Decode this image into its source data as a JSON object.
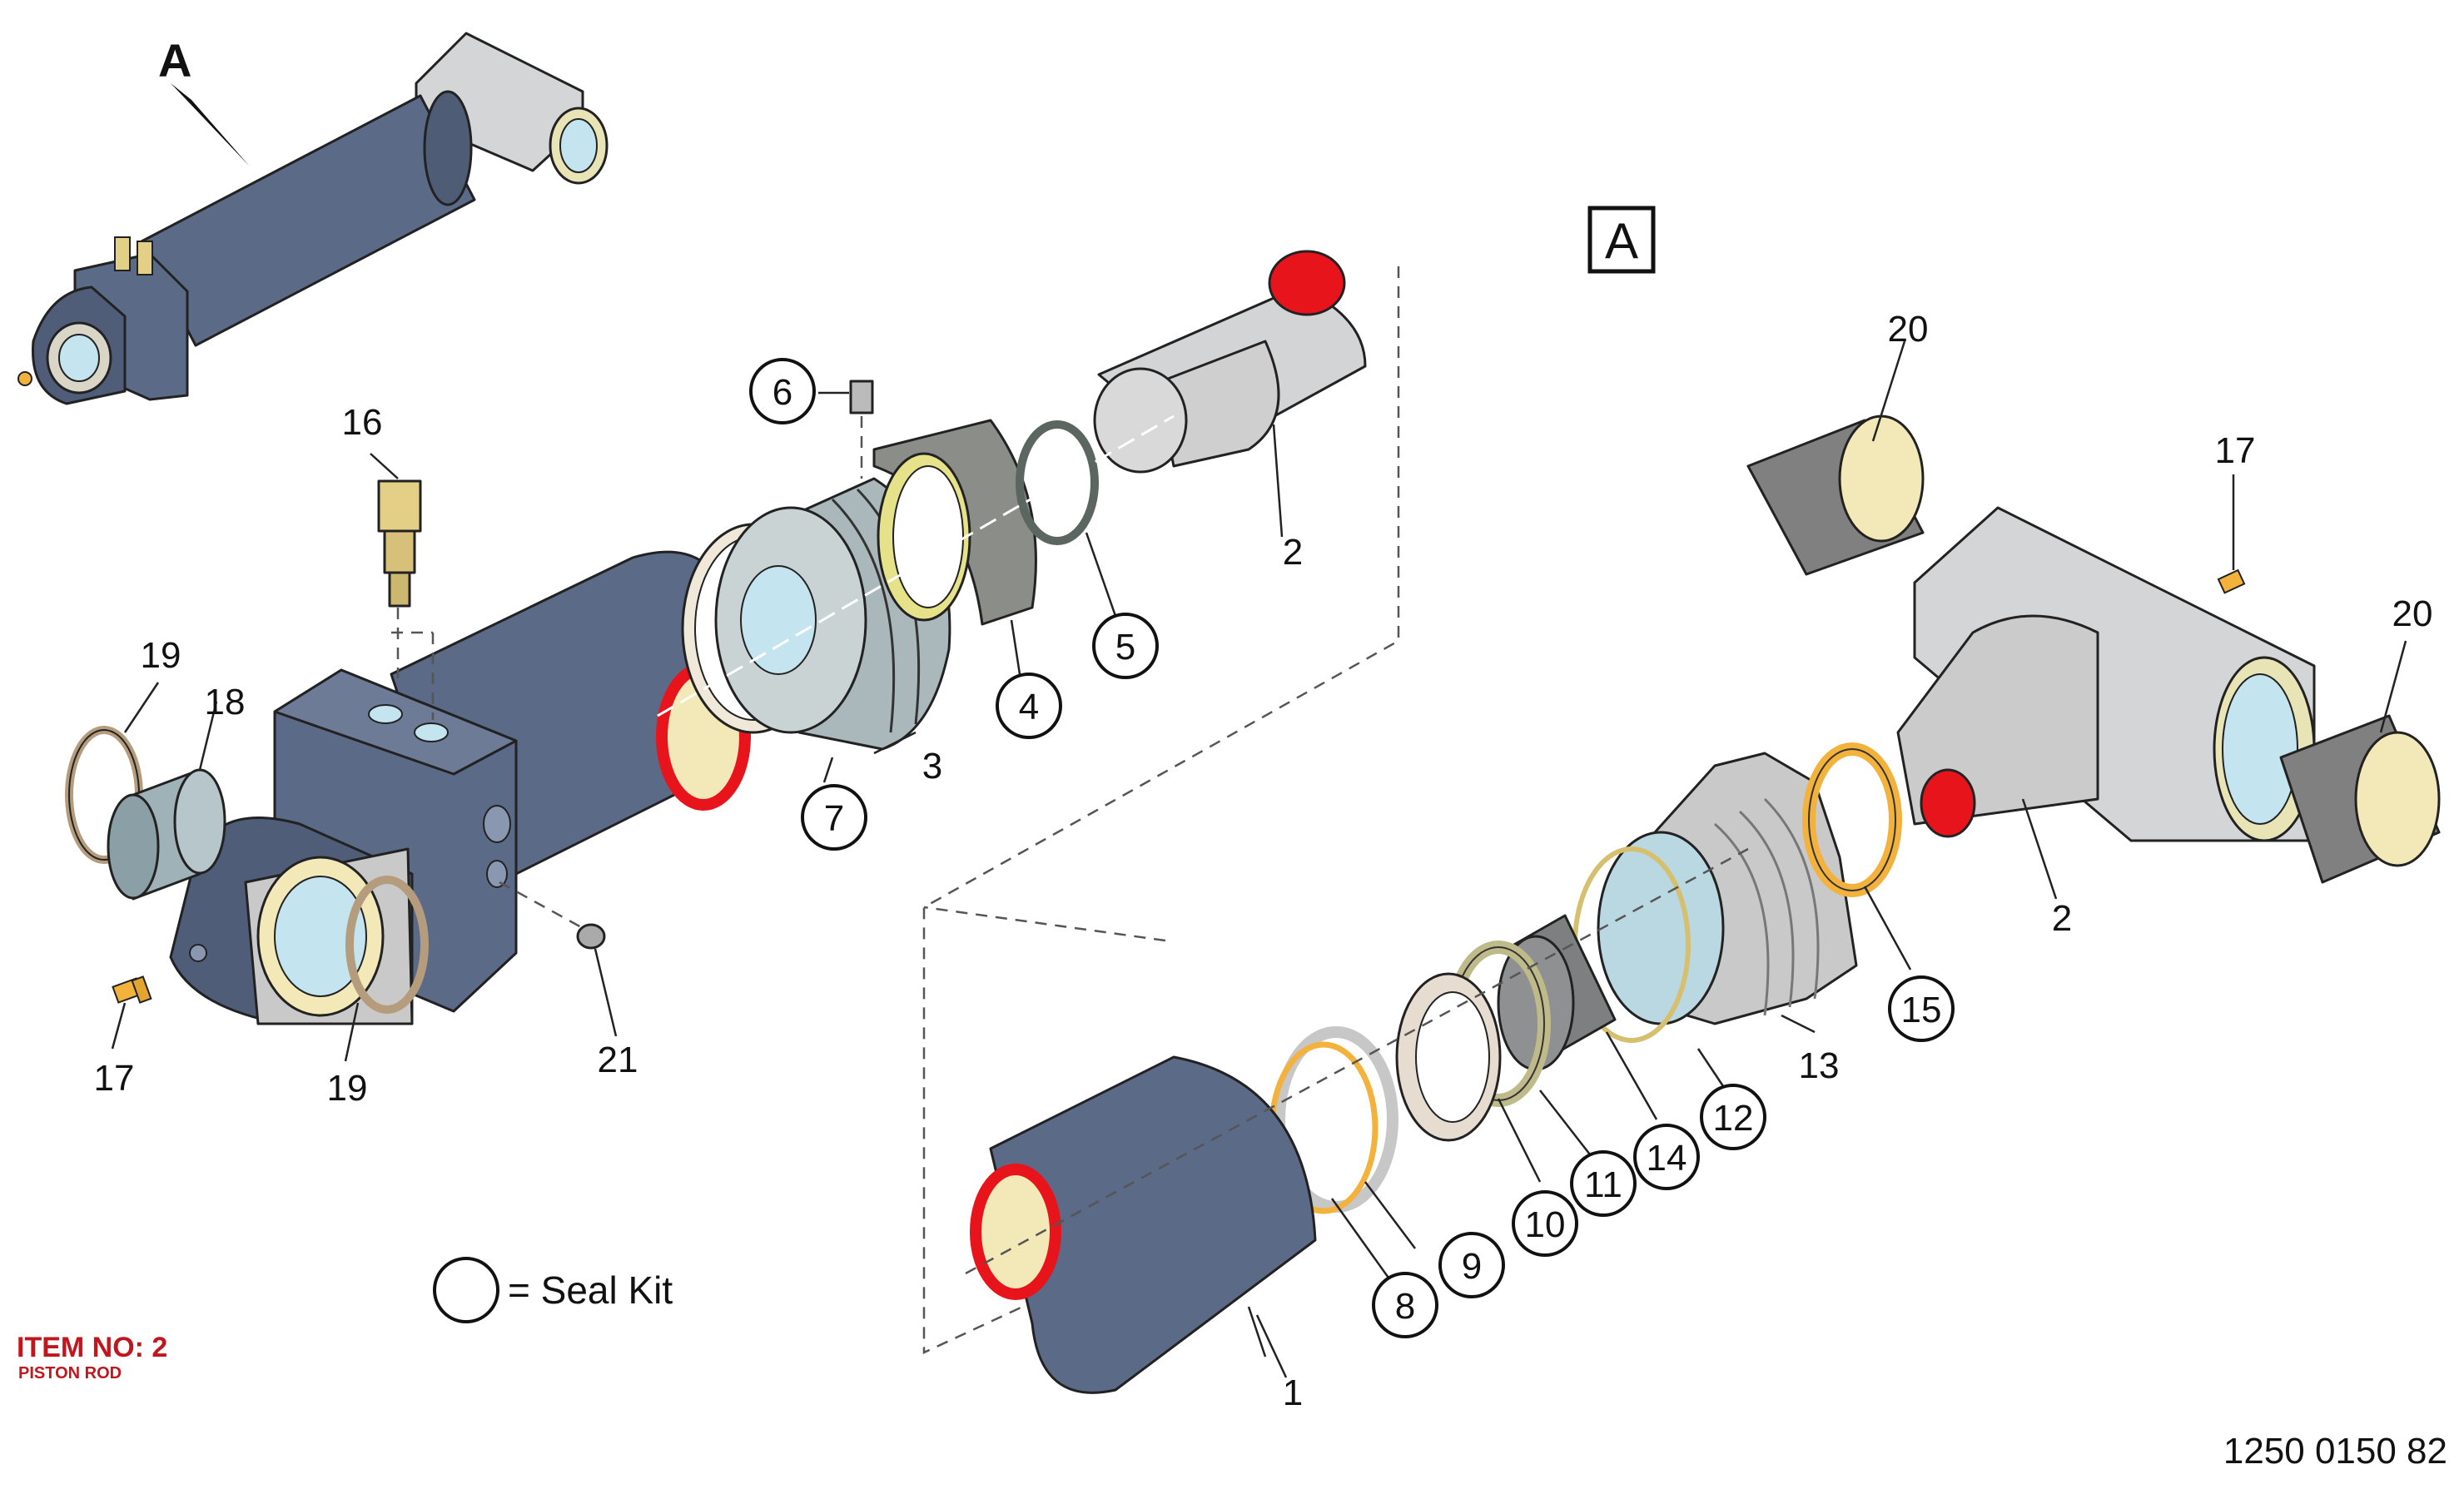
{
  "view_label": "A",
  "detail_box_label": "A",
  "legend": {
    "text": "= Seal Kit"
  },
  "item": {
    "title": "ITEM NO: 2",
    "subtitle": "PISTON ROD"
  },
  "reference_number": "1250 0150 82",
  "callouts": {
    "c1": "1",
    "c2a": "2",
    "c2b": "2",
    "c3": "3",
    "c4": "4",
    "c5": "5",
    "c6": "6",
    "c7": "7",
    "c8": "8",
    "c9": "9",
    "c10": "10",
    "c11": "11",
    "c12": "12",
    "c13": "13",
    "c14": "14",
    "c15": "15",
    "c16": "16",
    "c17a": "17",
    "c17b": "17",
    "c18": "18",
    "c19a": "19",
    "c19b": "19",
    "c20a": "20",
    "c20b": "20",
    "c21": "21"
  },
  "colors": {
    "body_blue": "#5b6a86",
    "steel_grey": "#cfd0d1",
    "bushing_cream": "#f2e8b8",
    "accent_red": "#e8141b",
    "seal_orange": "#f2b23c",
    "glass_blue": "#c4e4f0",
    "label_red": "#c0161d"
  }
}
